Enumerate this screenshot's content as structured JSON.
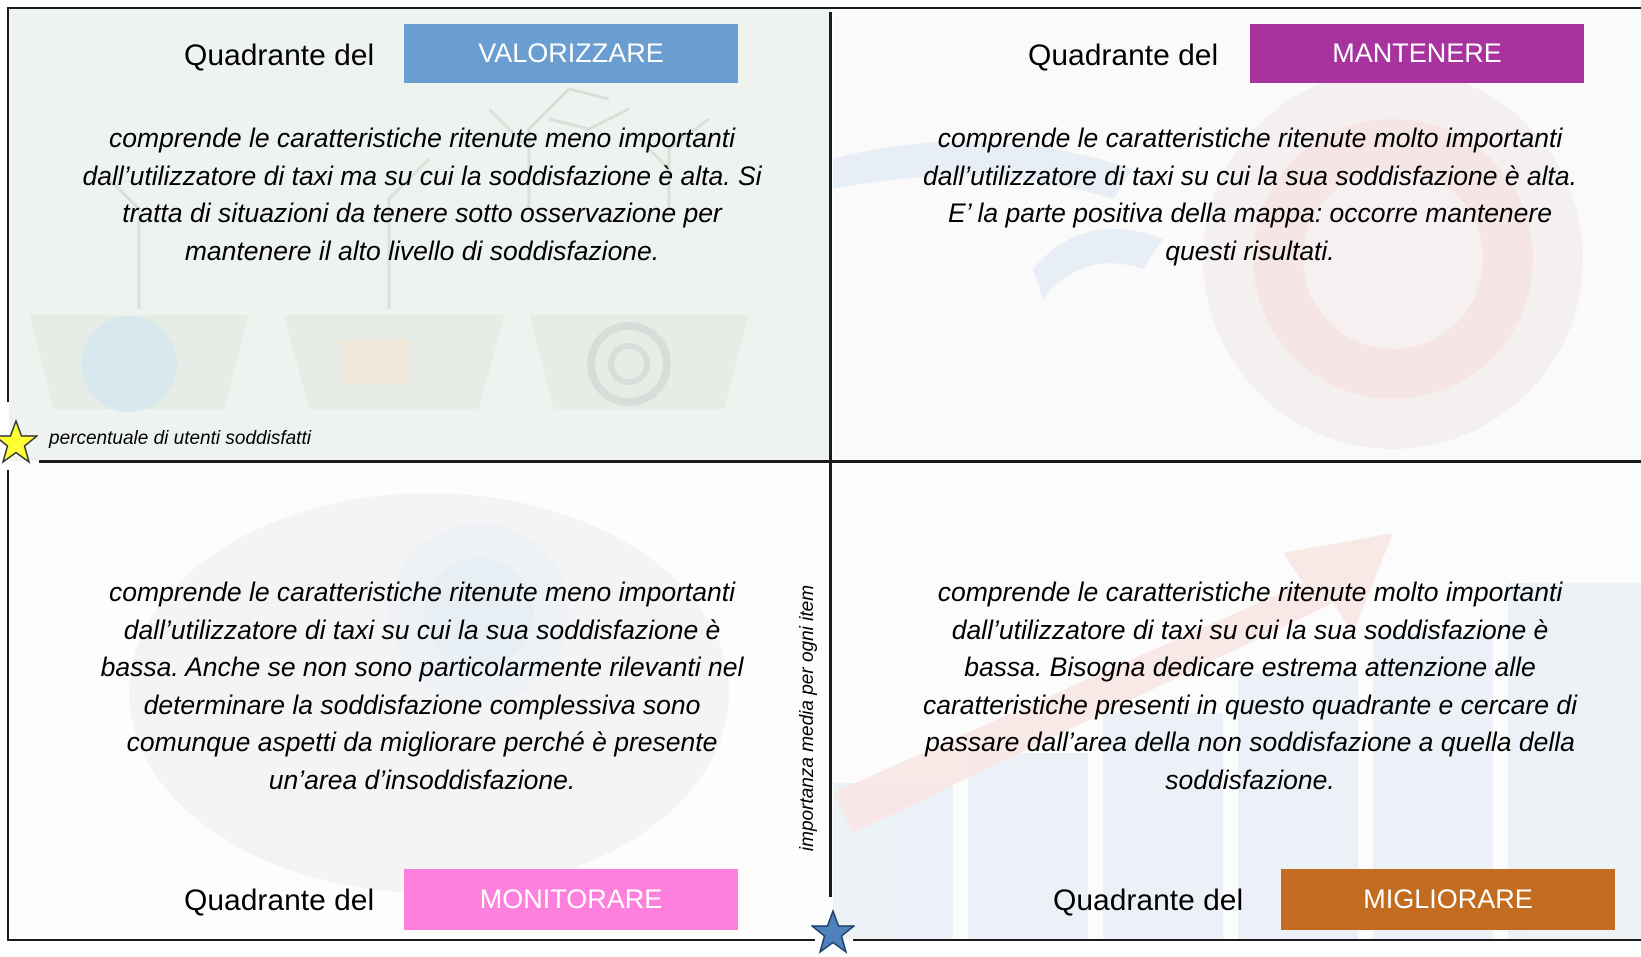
{
  "quadrants": {
    "top_left": {
      "title": "Quadrante del",
      "badge": "VALORIZZARE",
      "badge_color": "#6a9ed0",
      "description": "comprende le caratteristiche ritenute meno importanti dall’utilizzatore di taxi ma su cui la soddisfazione è alta. Si tratta di situazioni da tenere sotto osservazione per mantenere il alto livello di soddisfazione."
    },
    "top_right": {
      "title": "Quadrante del",
      "badge": "MANTENERE",
      "badge_color": "#a8339f",
      "description": "comprende le caratteristiche ritenute molto importanti dall’utilizzatore di taxi su cui la sua soddisfazione è alta. E’ la parte positiva della mappa: occorre mantenere questi risultati."
    },
    "bottom_left": {
      "title": "Quadrante del",
      "badge": "MONITORARE",
      "badge_color": "#fd80dc",
      "description": "comprende le caratteristiche ritenute meno importanti dall’utilizzatore di taxi su cui la sua soddisfazione è bassa.  Anche se non sono particolarmente rilevanti nel determinare la soddisfazione complessiva sono comunque aspetti da migliorare perché è presente un’area d’insoddisfazione."
    },
    "bottom_right": {
      "title": "Quadrante del",
      "badge": "MIGLIORARE",
      "badge_color": "#c36c1f",
      "description": "comprende le caratteristiche ritenute molto importanti dall’utilizzatore di taxi su cui la sua soddisfazione è bassa.  Bisogna dedicare estrema attenzione alle caratteristiche presenti in questo quadrante e cercare di passare dall’area della non soddisfazione a quella della soddisfazione."
    }
  },
  "axes": {
    "horizontal_label": "percentuale di utenti soddisfatti",
    "vertical_label": "importanza media per ogni item",
    "horizontal_star_color": "#ffff33",
    "vertical_star_color": "#4f81bd"
  },
  "icons": [
    "star-icon",
    "star-icon"
  ]
}
